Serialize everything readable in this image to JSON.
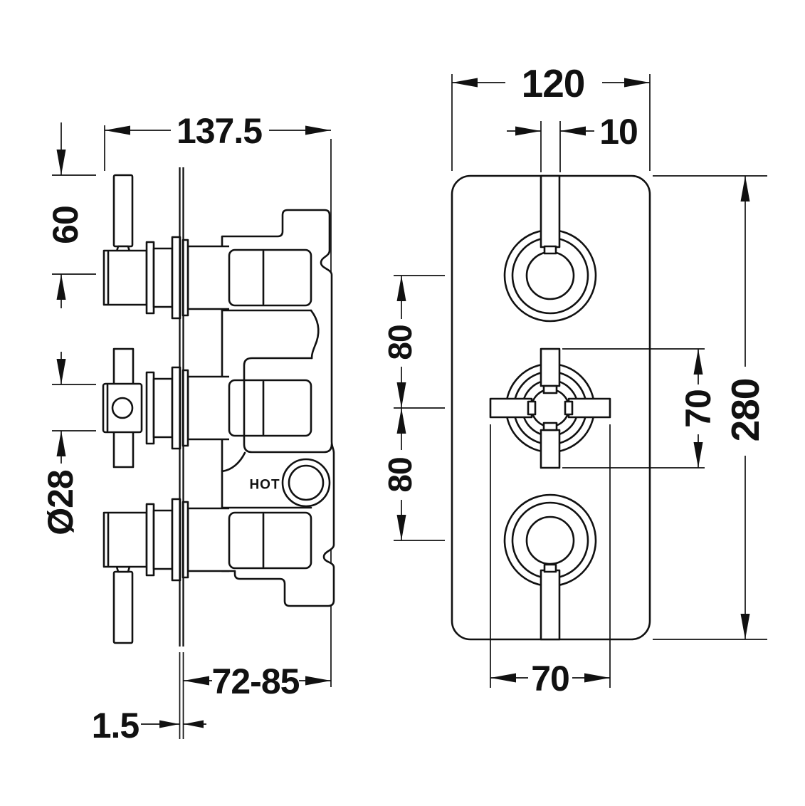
{
  "side_view": {
    "dim_overall_width": "137.5",
    "dim_lever_offset": "60",
    "dim_barrel_diameter": "Ø28",
    "dim_recess_depth": "72-85",
    "dim_plate_thickness": "1.5",
    "label_hot": "HOT"
  },
  "front_view": {
    "dim_plate_width": "120",
    "dim_lever_width": "10",
    "dim_spacing_upper": "80",
    "dim_spacing_lower": "80",
    "dim_cross_height": "70",
    "dim_plate_height": "280",
    "dim_cross_width": "70"
  },
  "colors": {
    "line": "#111111",
    "background": "#ffffff"
  }
}
